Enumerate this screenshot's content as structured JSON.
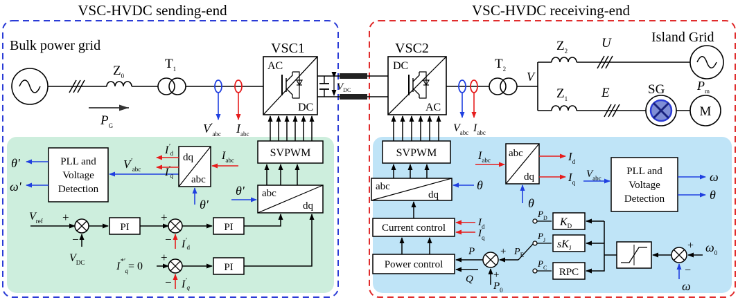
{
  "colors": {
    "send_border": "#2a3bd6",
    "recv_border": "#e02c2c",
    "green_panel": "#cdeedd",
    "blue_panel": "#bfe4f7",
    "arrow_blue": "#1f3fe0",
    "arrow_red": "#e61c1c"
  },
  "titles": {
    "sending": "VSC-HVDC sending-end",
    "receiving": "VSC-HVDC receiving-end"
  },
  "left": {
    "grid_label": "Bulk power grid",
    "z0": "Z",
    "z0_sub": "0",
    "t1": "T",
    "t1_sub": "1",
    "pg": "P",
    "pg_sub": "G",
    "vabc": "V",
    "vabc_sub": "abc",
    "vabc_prime": "'",
    "iabc": "I",
    "iabc_sub": "abc",
    "vsc1": "VSC1",
    "vsc1_ac": "AC",
    "vsc1_dc": "DC",
    "vdc": "V",
    "vdc_sub": "DC",
    "svpwm": "SVPWM",
    "pll_lines": [
      "PLL and",
      "Voltage",
      "Detection"
    ],
    "theta_out": "θ'",
    "omega_out": "ω'",
    "vabc_in": "V",
    "vabc_in_sub": "abc",
    "vabc_in_prime": "'",
    "id": "I",
    "id_sub": "d",
    "iq": "I",
    "iq_sub": "q",
    "prime": "'",
    "dq": "dq",
    "abc": "abc",
    "iabc_in": "I",
    "iabc_in_sub": "abc",
    "theta_in": "θ'",
    "theta_in2": "θ'",
    "conv_abc": "abc",
    "conv_dq": "dq",
    "vref": "V",
    "vref_sub": "ref",
    "vdc_fb": "V",
    "vdc_fb_sub": "DC",
    "pi1": "PI",
    "pi2": "PI",
    "pi3": "PI",
    "id_fb": "I",
    "id_fb_sub": "d",
    "iq_ref": "I",
    "iq_ref_sub": "q",
    "iq_ref_sup": "*'",
    "iq_ref_eq": "= 0",
    "iq_fb": "I",
    "iq_fb_sub": "q",
    "plus": "+",
    "minus": "−"
  },
  "right": {
    "grid_label": "Island Grid",
    "vsc2": "VSC2",
    "vsc2_dc": "DC",
    "vsc2_ac": "AC",
    "vabc": "V",
    "vabc_sub": "abc",
    "iabc": "I",
    "iabc_sub": "abc",
    "t2": "T",
    "t2_sub": "2",
    "v_node": "V",
    "z2": "Z",
    "z2_sub": "2",
    "z1": "Z",
    "z1_sub": "1",
    "u": "U",
    "e": "E",
    "sg": "SG",
    "pm": "P",
    "pm_sub": "m",
    "motor": "M",
    "svpwm": "SVPWM",
    "iabc_in": "I",
    "iabc_in_sub": "abc",
    "abc": "abc",
    "dq": "dq",
    "id_out": "I",
    "id_out_sub": "d",
    "iq_out": "I",
    "iq_out_sub": "q",
    "vabc_in": "V",
    "vabc_in_sub": "abc",
    "pll_lines": [
      "PLL and",
      "Voltage",
      "Detection"
    ],
    "omega_out": "ω",
    "theta_out": "θ",
    "theta_in": "θ",
    "theta_in2": "θ",
    "conv_abc": "abc",
    "conv_dq": "dq",
    "current_control": "Current control",
    "power_control": "Power control",
    "id_in": "I",
    "id_in_sub": "d",
    "iq_in": "I",
    "iq_in_sub": "q",
    "p_lbl": "P",
    "q_lbl": "Q",
    "pe": "P",
    "pe_sub": "E",
    "p0": "P",
    "p0_sub": "0",
    "pd": "P",
    "pd_sub": "D",
    "pj": "P",
    "pj_sub": "J",
    "pc": "P",
    "pc_sub": "C",
    "kd": "K",
    "kd_sub": "D",
    "skj": "sK",
    "skj_sub": "J",
    "rpc": "RPC",
    "omega0": "ω",
    "omega0_sub": "0",
    "omega_fb": "ω",
    "plus": "+",
    "minus": "−"
  }
}
